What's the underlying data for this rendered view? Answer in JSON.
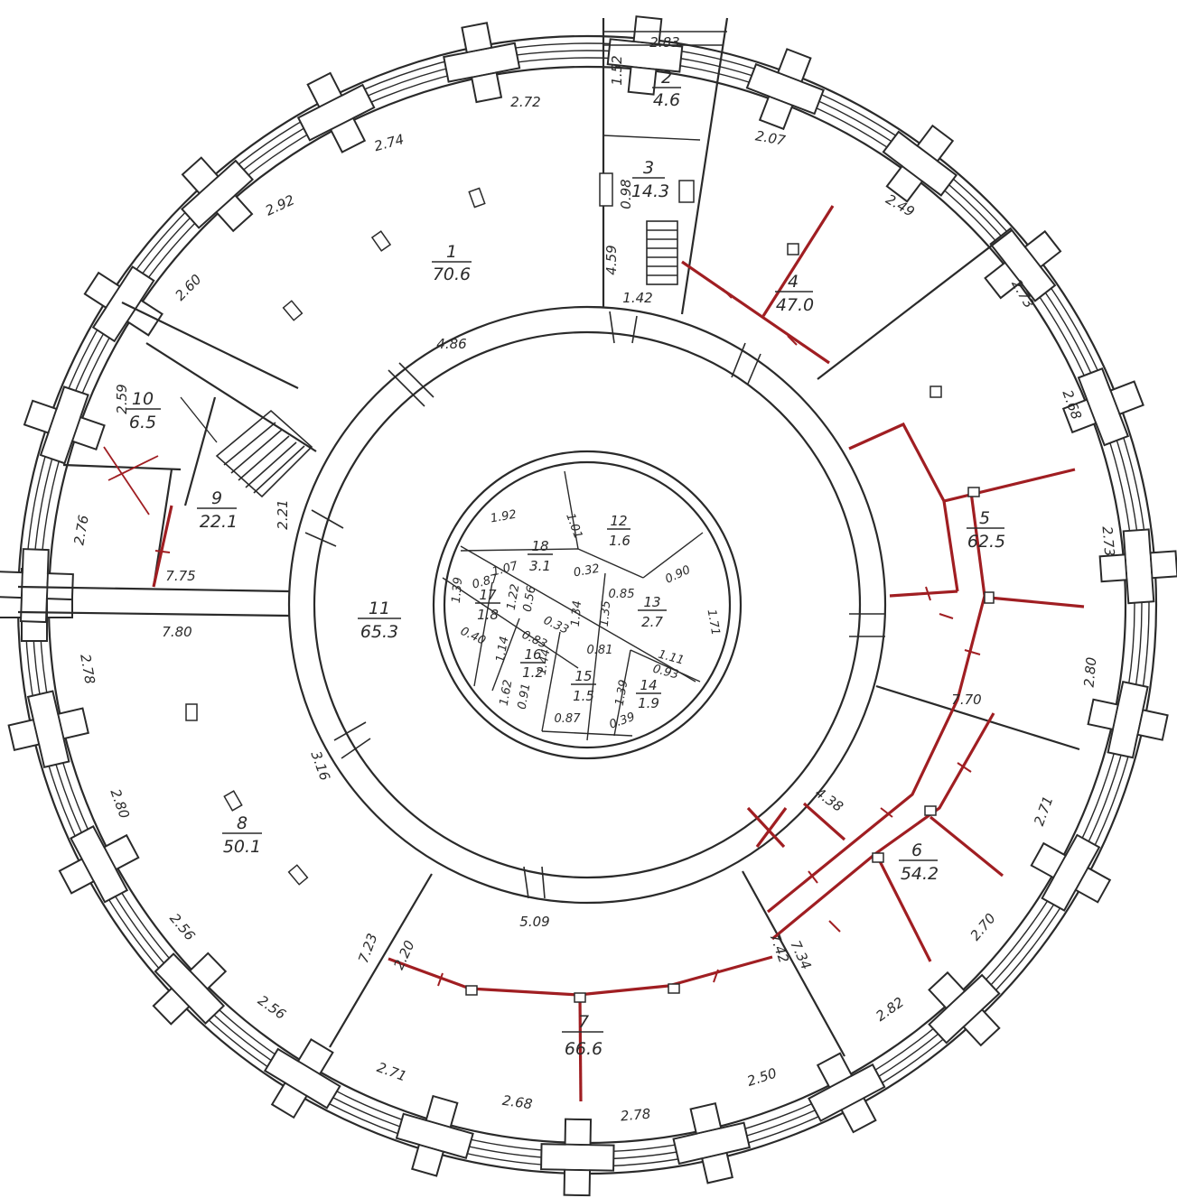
{
  "colors": {
    "walls": "#2a2a2a",
    "new_partitions": "#a01e22",
    "background": "#ffffff"
  },
  "rooms": [
    {
      "number": "1",
      "area": "70.6"
    },
    {
      "number": "2",
      "area": "4.6"
    },
    {
      "number": "3",
      "area": "14.3"
    },
    {
      "number": "4",
      "area": "47.0"
    },
    {
      "number": "5",
      "area": "62.5"
    },
    {
      "number": "6",
      "area": "54.2"
    },
    {
      "number": "7",
      "area": "66.6"
    },
    {
      "number": "8",
      "area": "50.1"
    },
    {
      "number": "9",
      "area": "22.1"
    },
    {
      "number": "10",
      "area": "6.5"
    },
    {
      "number": "11",
      "area": "65.3"
    },
    {
      "number": "12",
      "area": "1.6"
    },
    {
      "number": "13",
      "area": "2.7"
    },
    {
      "number": "14",
      "area": "1.9"
    },
    {
      "number": "15",
      "area": "1.5"
    },
    {
      "number": "16",
      "area": "1.2"
    },
    {
      "number": "17",
      "area": "1.8"
    },
    {
      "number": "18",
      "area": "3.1"
    }
  ],
  "dimensions": {
    "outer": [
      "2.83",
      "1.52",
      "2.72",
      "2.74",
      "2.92",
      "2.60",
      "2.59",
      "2.76",
      "7.75",
      "7.80",
      "2.78",
      "2.80",
      "2.56",
      "2.56",
      "2.71",
      "2.68",
      "2.78",
      "2.50",
      "2.82",
      "2.70",
      "2.71",
      "2.80",
      "2.73",
      "2.68",
      "2.73",
      "2.49",
      "2.07"
    ],
    "inner": [
      "0.98",
      "4.59",
      "1.42",
      "4.86",
      "2.21",
      "3.16",
      "5.09",
      "7.23",
      "2.20",
      "7.42",
      "7.34",
      "4.38",
      "7.70"
    ],
    "core": [
      "1.92",
      "1.01",
      "0.32",
      "0.85",
      "0.90",
      "1.71",
      "1.07",
      "0.87",
      "1.39",
      "1.22",
      "0.56",
      "0.33",
      "1.34",
      "1.35",
      "0.40",
      "1.14",
      "0.83",
      "1.44",
      "0.81",
      "1.11",
      "0.93",
      "1.39",
      "0.87",
      "0.39",
      "1.62",
      "0.91"
    ]
  }
}
